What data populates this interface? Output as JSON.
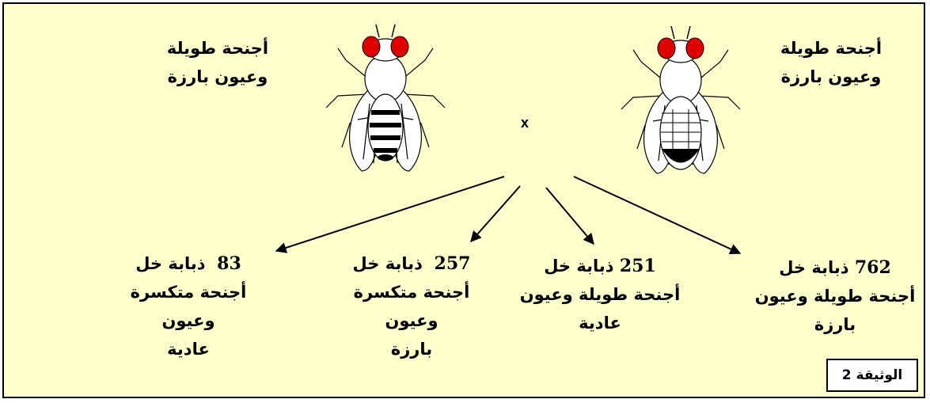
{
  "parents": {
    "left_line1": "أجنحة طويلة",
    "left_line2": "وعيون بارزة",
    "right_line1": "أجنحة طويلة",
    "right_line2": "وعيون بارزة",
    "cross_symbol": "x"
  },
  "offspring": [
    {
      "count": "83",
      "unit": "ذبابة خل",
      "line2": "أجنحة متكسرة وعيون",
      "line3": "عادية"
    },
    {
      "count": "257",
      "unit": "ذبابة خل",
      "line2": "أجنحة متكسرة وعيون",
      "line3": "بارزة"
    },
    {
      "count": "251",
      "unit": "ذبابة خل",
      "line2": "أجنحة طويلة وعيون",
      "line3": "عادية"
    },
    {
      "count": "762",
      "unit": "ذبابة خل",
      "line2": "أجنحة طويلة وعيون",
      "line3": "بارزة"
    }
  ],
  "document_label": "الوثيقة 2",
  "colors": {
    "background": "#FFFFCC",
    "eye": "#E00000",
    "ink": "#000000"
  }
}
